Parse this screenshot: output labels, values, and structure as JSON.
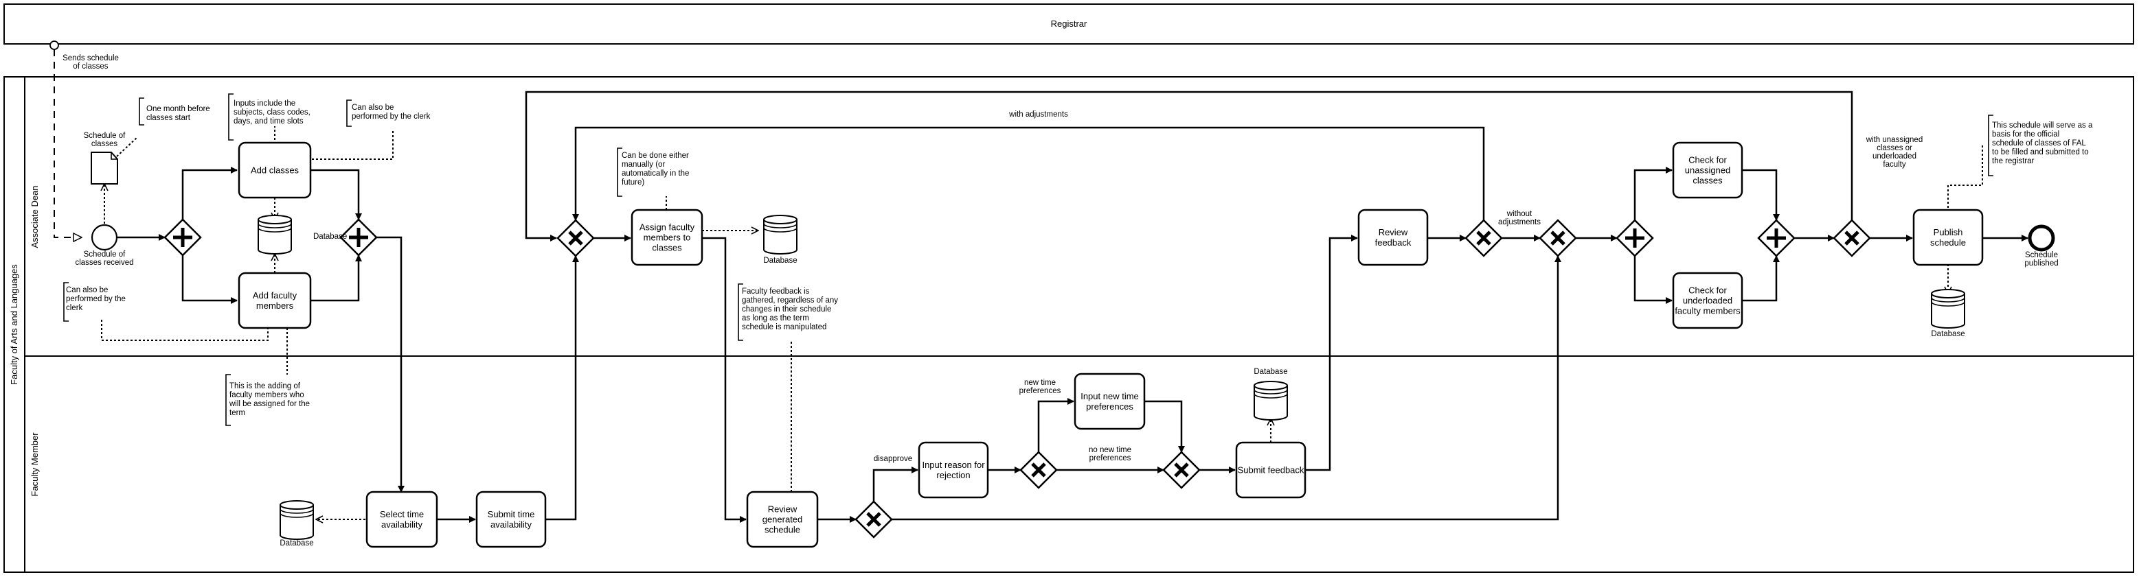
{
  "pools": {
    "registrar": "Registrar",
    "faculty": "Faculty of Arts and Languages"
  },
  "lanes": {
    "associate_dean": "Associate Dean",
    "faculty_member": "Faculty Member"
  },
  "tasks": {
    "add_classes": [
      "Add classes"
    ],
    "add_faculty": [
      "Add faculty",
      "members"
    ],
    "assign_faculty": [
      "Assign faculty",
      "members to",
      "classes"
    ],
    "review_feedback": [
      "Review",
      "feedback"
    ],
    "check_unassigned": [
      "Check for",
      "unassigned",
      "classes"
    ],
    "check_underloaded": [
      "Check for",
      "underloaded",
      "faculty members"
    ],
    "publish_schedule": [
      "Publish",
      "schedule"
    ],
    "select_time": [
      "Select time",
      "availability"
    ],
    "submit_time": [
      "Submit time",
      "availability"
    ],
    "review_generated": [
      "Review",
      "generated",
      "schedule"
    ],
    "input_reason": [
      "Input reason for",
      "rejection"
    ],
    "input_new_time": [
      "Input new time",
      "preferences"
    ],
    "submit_feedback": [
      "Submit feedback"
    ]
  },
  "events": {
    "msg_sends": [
      "Sends schedule",
      "of classes"
    ],
    "start": [
      "Schedule of",
      "classes received"
    ],
    "end": [
      "Schedule",
      "published"
    ]
  },
  "data_objects": {
    "schedule_doc": [
      "Schedule of",
      "classes"
    ]
  },
  "data_stores": {
    "label": "Database"
  },
  "flow_labels": {
    "with_adjustments": [
      "with adjustments"
    ],
    "without_adjustments": [
      "without",
      "adjustments"
    ],
    "with_unassigned": [
      "with unassigned",
      "classes or",
      "underloaded",
      "faculty"
    ],
    "disapprove": [
      "disapprove"
    ],
    "new_time": [
      "new time",
      "preferences"
    ],
    "no_new_time": [
      "no new time",
      "preferences"
    ]
  },
  "annotations": {
    "one_month": [
      "One month before",
      "classes start"
    ],
    "inputs_include": [
      "Inputs include the",
      "subjects, class codes,",
      "days, and time slots"
    ],
    "also_clerk_1": [
      "Can also be",
      "performed by the clerk"
    ],
    "also_clerk_2": [
      "Can also be",
      "performed by the",
      "clerk"
    ],
    "adding_faculty": [
      "This is the adding of",
      "faculty members who",
      "will be assigned for the",
      "term"
    ],
    "manual_auto": [
      "Can be done either",
      "manually (or",
      "automatically in the",
      "future)"
    ],
    "feedback_gathered": [
      "Faculty feedback is",
      "gathered, regardless of any",
      "changes in their schedule",
      "as long as the term",
      "schedule is manipulated"
    ],
    "official_schedule": [
      "This schedule will serve as a",
      "basis for the official",
      "schedule of classes of FAL",
      "to be filled and submitted to",
      "the registrar"
    ]
  }
}
